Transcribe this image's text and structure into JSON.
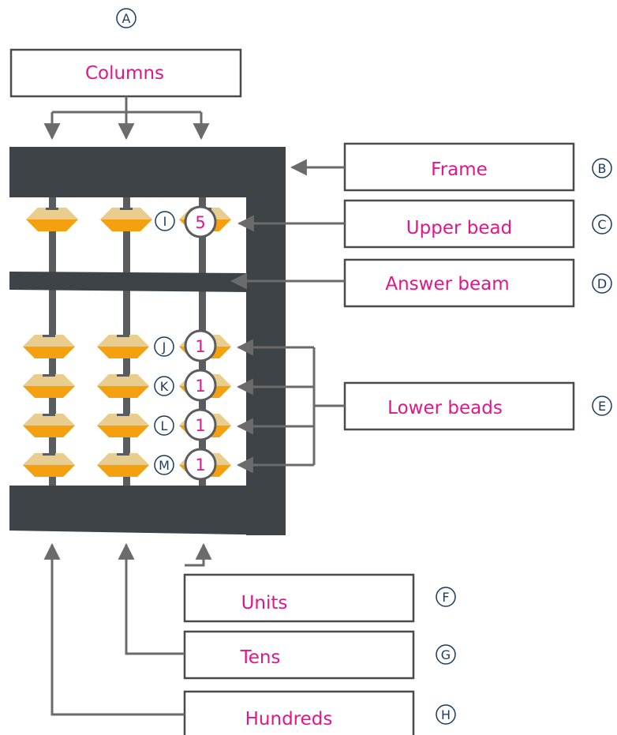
{
  "labels": {
    "columns": "Columns",
    "frame": "Frame",
    "upper_bead": "Upper bead",
    "answer_beam": "Answer beam",
    "lower_beads": "Lower beads",
    "units": "Units",
    "tens": "Tens",
    "hundreds": "Hundreds"
  },
  "letters": {
    "a": "A",
    "b": "B",
    "c": "C",
    "d": "D",
    "e": "E",
    "f": "F",
    "g": "G",
    "h": "H",
    "i": "I",
    "j": "J",
    "k": "K",
    "l": "L",
    "m": "M"
  },
  "bead_values": {
    "upper": "5",
    "lower_1": "1",
    "lower_2": "1",
    "lower_3": "1",
    "lower_4": "1"
  },
  "colors": {
    "frame": "#3d4346",
    "bead_dark": "#f5a00f",
    "bead_light": "#e9cd8f",
    "rod": "#5a5d60",
    "box_border": "#4a4a4a",
    "label_text": "#e0168a",
    "letter_circle": "#1b3a5c",
    "arrow": "#6b6b6b"
  }
}
